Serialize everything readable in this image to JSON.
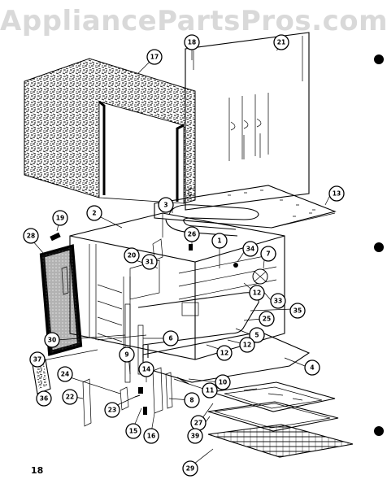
{
  "watermark": "AppliancePartsPros.com",
  "page_number": "18",
  "callouts": [
    "17",
    "18",
    "21",
    "13",
    "3",
    "2",
    "19",
    "26",
    "28",
    "1",
    "34",
    "7",
    "20",
    "31",
    "12",
    "33",
    "35",
    "25",
    "5",
    "30",
    "6",
    "37",
    "12",
    "12",
    "4",
    "9",
    "14",
    "10",
    "24",
    "11",
    "36",
    "22",
    "23",
    "15",
    "16",
    "8",
    "27",
    "39",
    "29"
  ]
}
